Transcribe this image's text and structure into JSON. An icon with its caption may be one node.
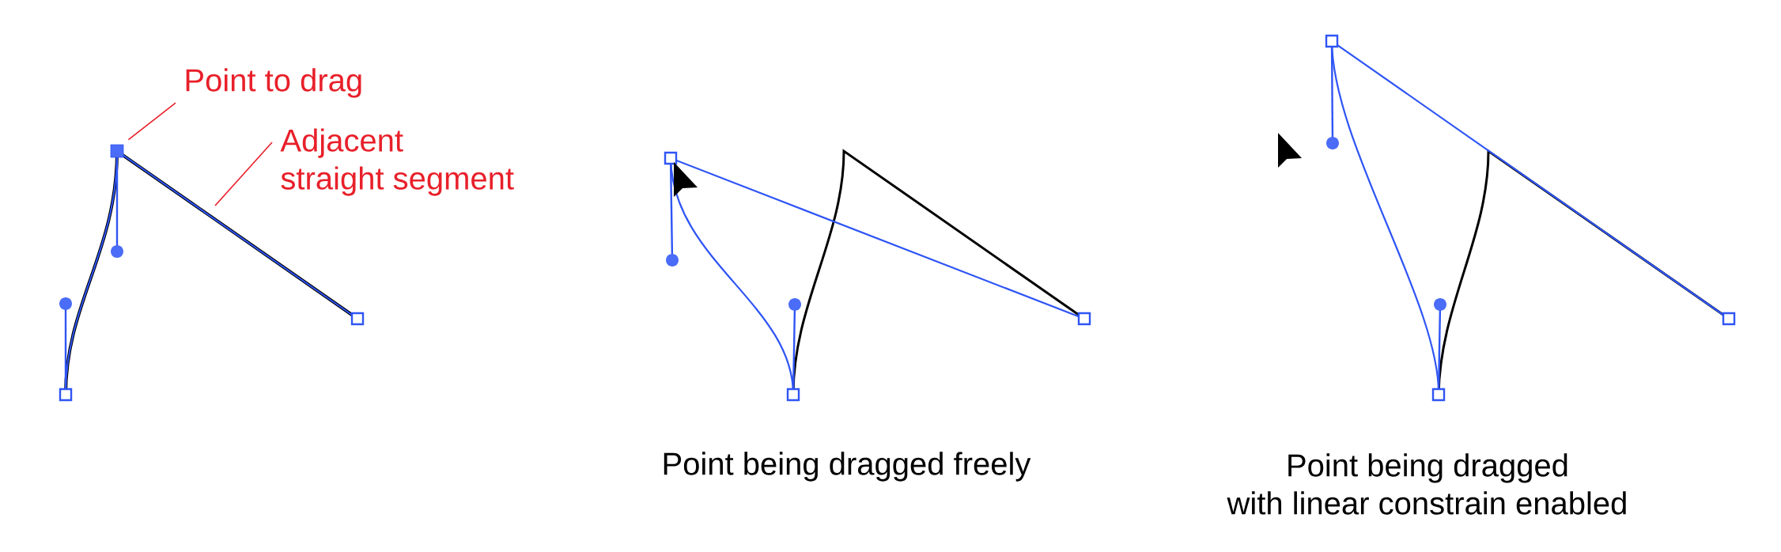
{
  "diagram": {
    "nodes": [
      {
        "text": [
          "Point to drag"
        ]
      },
      {
        "text": [
          "Adjacent straight segment"
        ]
      },
      {
        "text": [],
        "shape": "box"
      }
    ],
    "edges": [
      {
        "from": 0,
        "to": 2,
        "arrow": "none"
      },
      {
        "from": 1,
        "to": null,
        "arrow": "none"
      }
    ],
    "labels": [
      "Point being dragged freely",
      "Point being dragged with linear constrain enabled"
    ]
  }
}
